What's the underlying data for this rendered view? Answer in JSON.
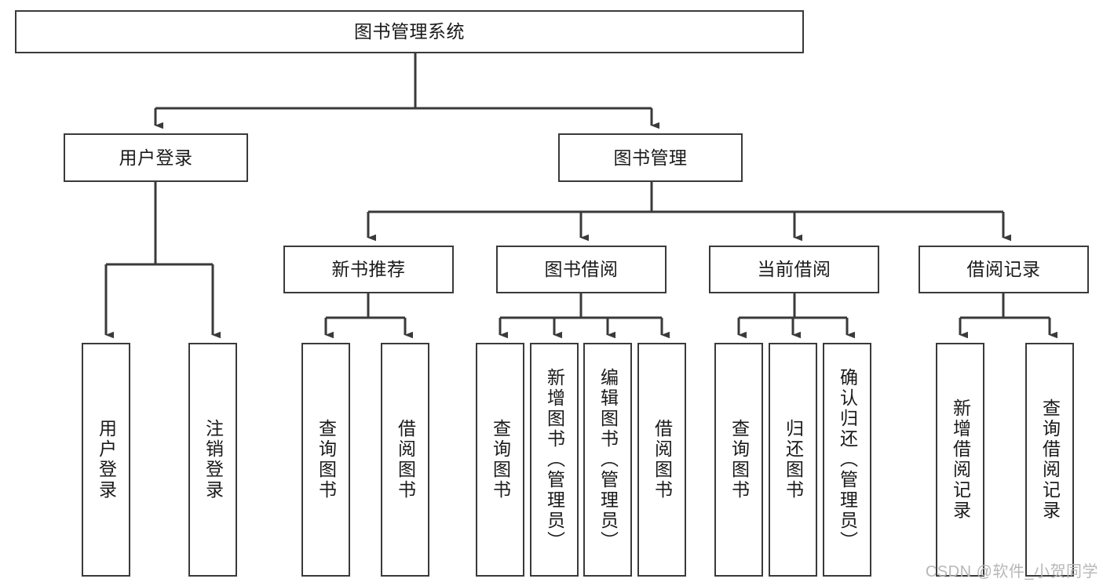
{
  "diagram": {
    "title": "图书管理系统",
    "watermark": "CSDN @软件_小贺同学",
    "colors": {
      "stroke": "#3a3a3a",
      "text": "#1a1a1a",
      "background": "#ffffff",
      "watermark": "#b7b7b7"
    },
    "levels": {
      "root": {
        "label": "图书管理系统"
      },
      "level2": [
        {
          "label": "用户登录"
        },
        {
          "label": "图书管理"
        }
      ],
      "level3": [
        {
          "label": "新书推荐"
        },
        {
          "label": "图书借阅"
        },
        {
          "label": "当前借阅"
        },
        {
          "label": "借阅记录"
        }
      ],
      "leaves": [
        {
          "label": "用户登录",
          "parent": "用户登录"
        },
        {
          "label": "注销登录",
          "parent": "用户登录"
        },
        {
          "label": "查询图书",
          "parent": "新书推荐"
        },
        {
          "label": "借阅图书",
          "parent": "新书推荐"
        },
        {
          "label": "查询图书",
          "parent": "图书借阅"
        },
        {
          "label": "新增图书（管理员）",
          "parent": "图书借阅"
        },
        {
          "label": "编辑图书（管理员）",
          "parent": "图书借阅"
        },
        {
          "label": "借阅图书",
          "parent": "图书借阅"
        },
        {
          "label": "查询图书",
          "parent": "当前借阅"
        },
        {
          "label": "归还图书",
          "parent": "当前借阅"
        },
        {
          "label": "确认归还（管理员）",
          "parent": "当前借阅"
        },
        {
          "label": "新增借阅记录",
          "parent": "借阅记录"
        },
        {
          "label": "查询借阅记录",
          "parent": "借阅记录"
        }
      ]
    }
  }
}
